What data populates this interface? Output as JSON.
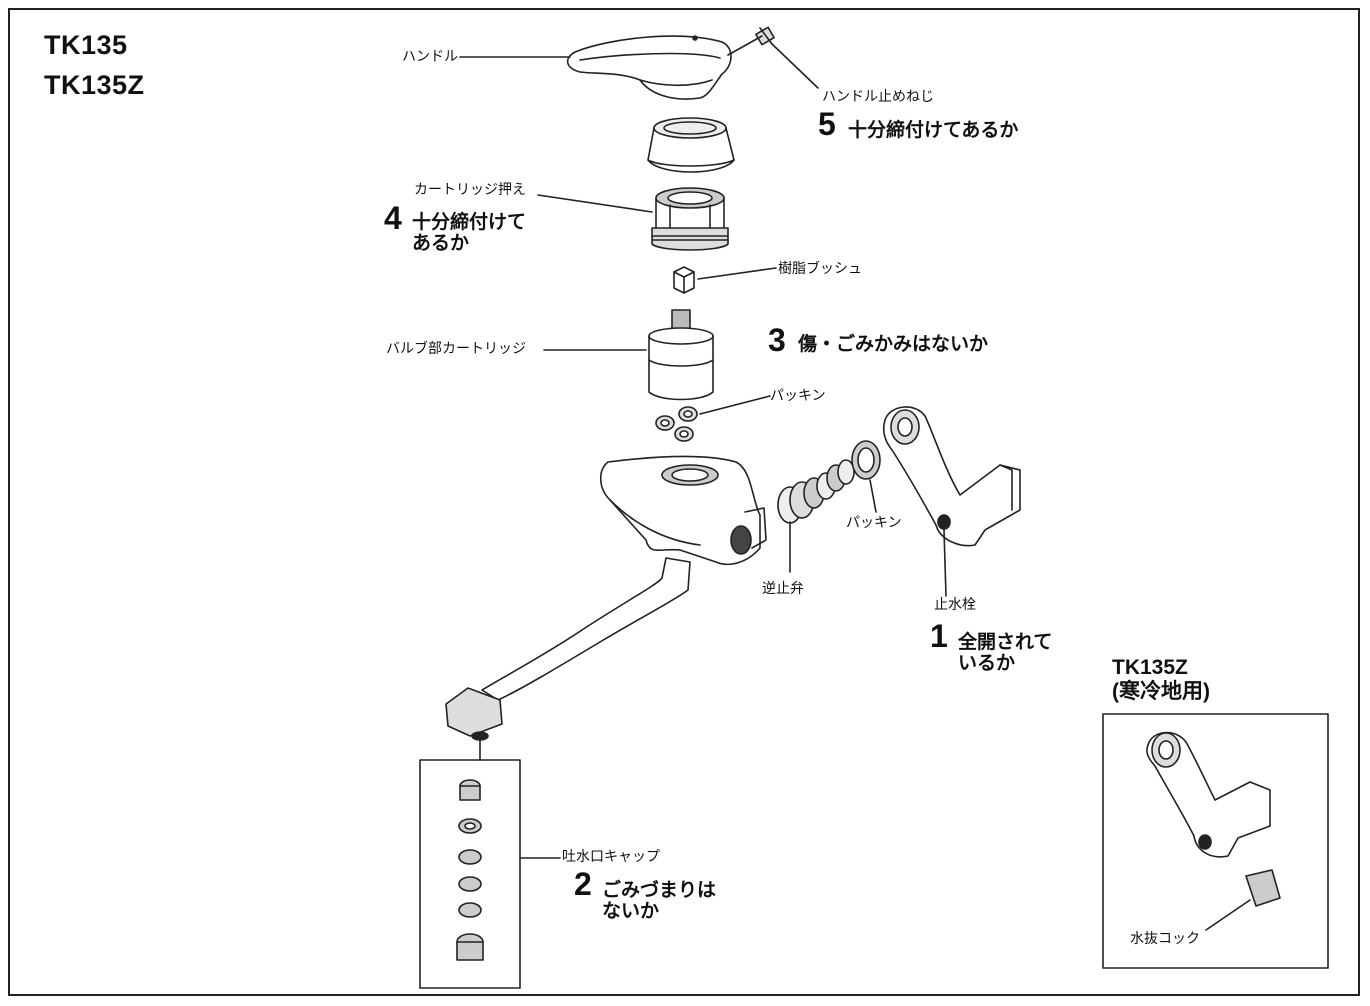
{
  "models": [
    "TK135",
    "TK135Z"
  ],
  "parts": {
    "handle": "ハンドル",
    "handle_screw": "ハンドル止めねじ",
    "cartridge_retainer": "カートリッジ押え",
    "resin_bush": "樹脂ブッシュ",
    "valve_cartridge": "バルブ部カートリッジ",
    "packing_upper": "パッキン",
    "packing_lower": "パッキン",
    "check_valve": "逆止弁",
    "stop_valve": "止水栓",
    "spout_cap": "吐水口キャップ",
    "drain_cock": "水抜コック"
  },
  "checks": [
    {
      "number": "1",
      "line1": "全開されて",
      "line2": "いるか"
    },
    {
      "number": "2",
      "line1": "ごみづまりは",
      "line2": "ないか"
    },
    {
      "number": "3",
      "line1": "傷・ごみかみはないか",
      "line2": ""
    },
    {
      "number": "4",
      "line1": "十分締付けて",
      "line2": "あるか"
    },
    {
      "number": "5",
      "line1": "十分締付けてあるか",
      "line2": ""
    }
  ],
  "inset": {
    "title_line1": "TK135Z",
    "title_line2": "(寒冷地用)"
  },
  "colors": {
    "line": "#222222",
    "shade": "#cfcfcf",
    "paper": "#ffffff"
  }
}
